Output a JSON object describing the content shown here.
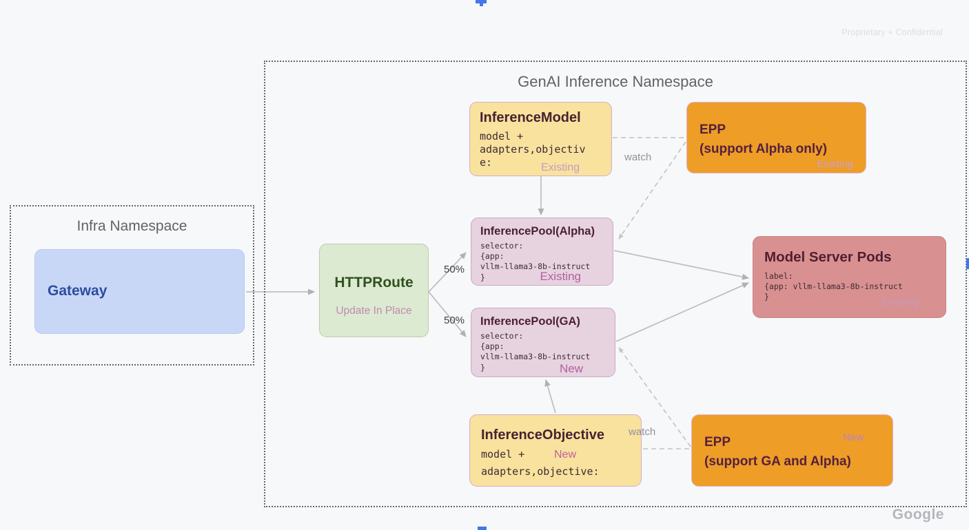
{
  "slide": {
    "watermark": "Proprietary + Confidential",
    "brand": "Google"
  },
  "colors": {
    "background": "#f7f8fa",
    "gateway_fill": "#c9d7f7",
    "httproute_fill": "#dcead2",
    "yellow_fill": "#f8e29e",
    "orange_fill": "#ee9d26",
    "pool_fill": "#e7d2e0",
    "pods_fill": "#d99090",
    "status_mauve": "#b35f9e",
    "arrow_gray": "#bdc0c4",
    "selection_blue": "#4477e8"
  },
  "infra": {
    "title": "Infra Namespace",
    "gateway": {
      "title": "Gateway"
    }
  },
  "genai": {
    "title": "GenAI Inference Namespace",
    "httproute": {
      "title": "HTTPRoute",
      "subtitle": "Update In Place"
    },
    "inference_model": {
      "title": "InferenceModel",
      "body": "model +\nadapters,objectiv\ne:",
      "status": "Existing"
    },
    "epp_alpha": {
      "title": "EPP\n(support Alpha only)",
      "status": "Existing"
    },
    "pool_alpha": {
      "title": "InferencePool(Alpha)",
      "body": "selector:\n{app:\nvllm-llama3-8b-instruct\n}",
      "status": "Existing"
    },
    "pool_ga": {
      "title": "InferencePool(GA)",
      "body": "selector:\n{app:\nvllm-llama3-8b-instruct\n}",
      "status": "New"
    },
    "model_server_pods": {
      "title": "Model Server Pods",
      "body": "label:\n{app: vllm-llama3-8b-instruct\n}",
      "status": "Existing"
    },
    "inference_objective": {
      "title": "InferenceObjective",
      "body_top": "model +",
      "body_bottom": "adapters,objective:",
      "status": "New"
    },
    "epp_ga": {
      "title": "EPP\n(support GA and Alpha)",
      "status": "New"
    },
    "labels": {
      "split_top": "50%",
      "split_bottom": "50%",
      "watch_top": "watch",
      "watch_bottom": "watch"
    }
  }
}
